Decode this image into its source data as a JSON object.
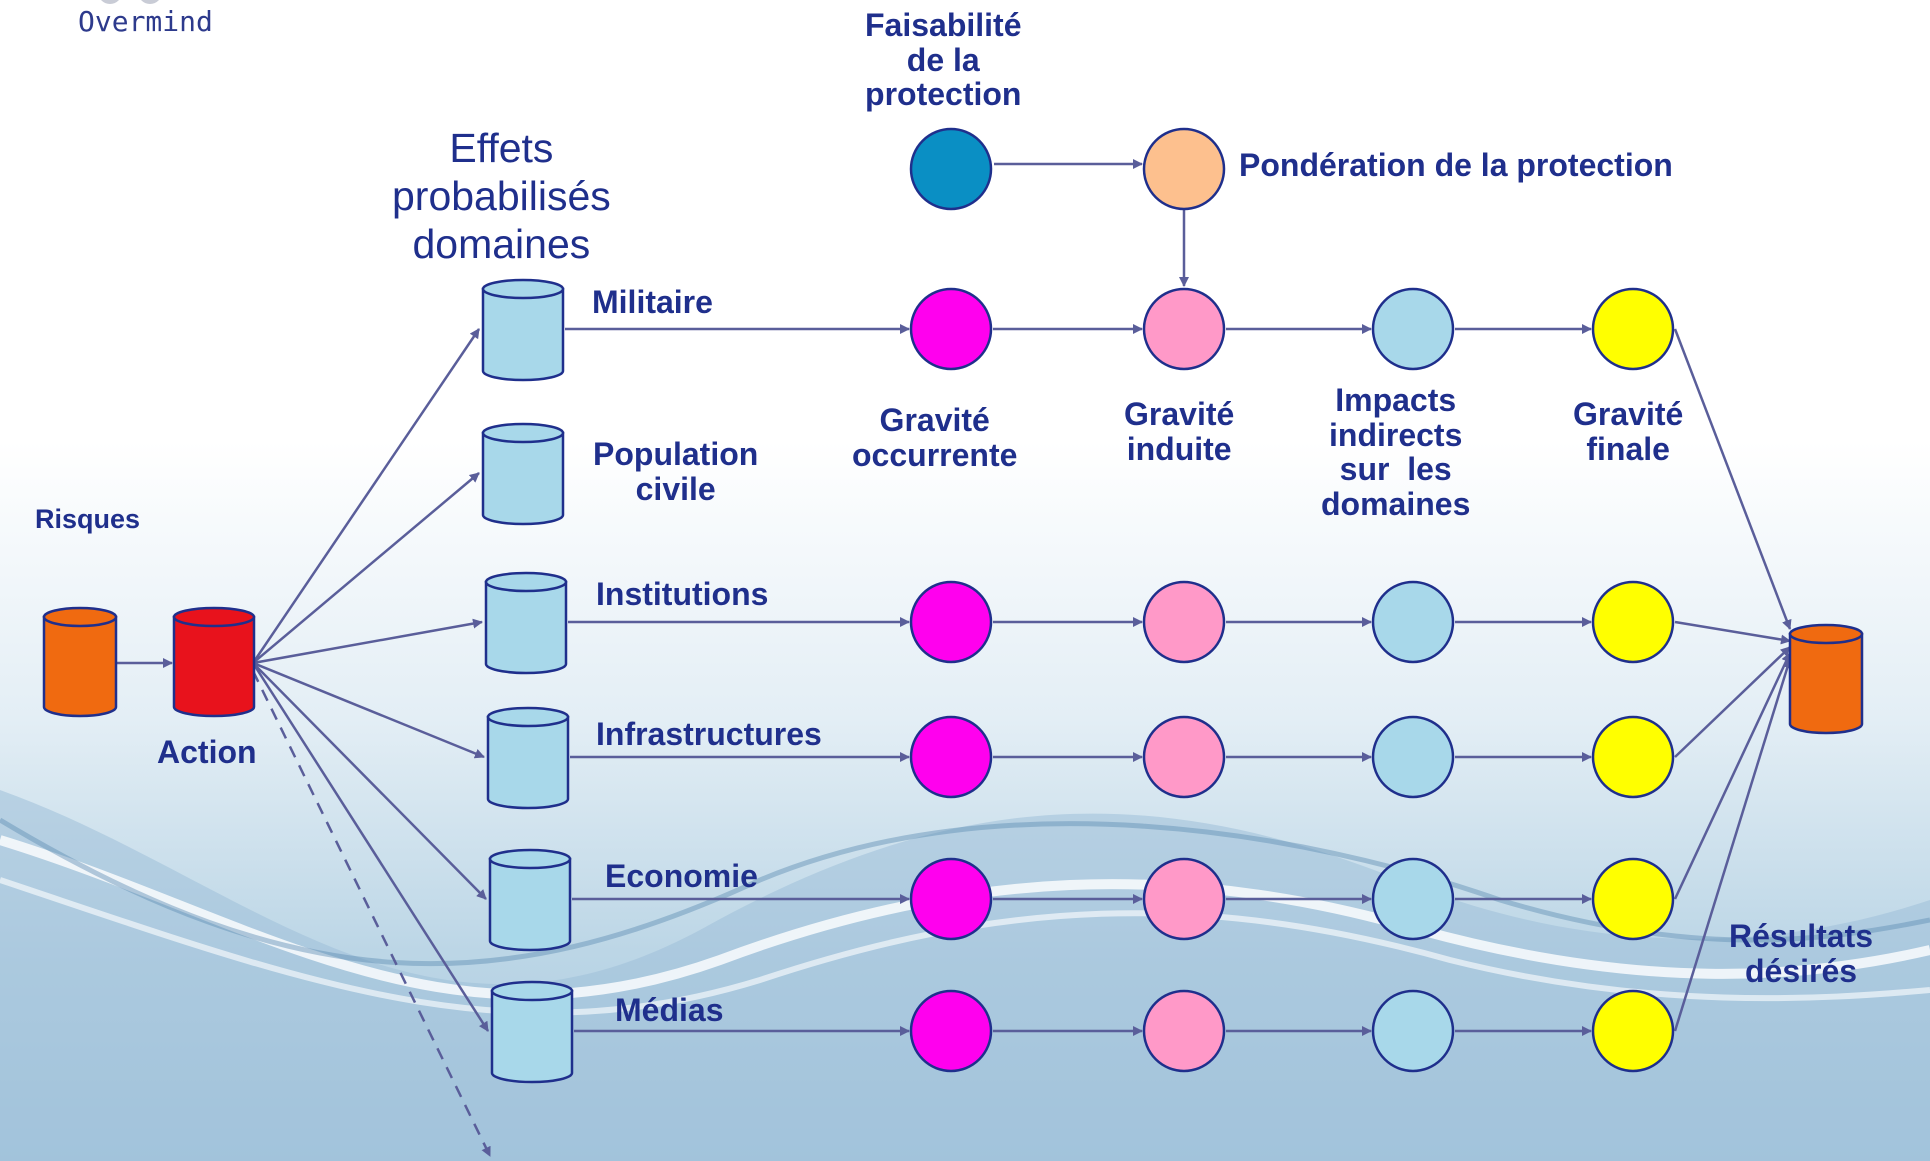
{
  "logo": {
    "name": "Overmind"
  },
  "labels": {
    "risques": "Risques",
    "action": "Action",
    "effets_title": "Effets\nprobabilisés\ndomaines",
    "faisabilite": "Faisabilité\nde la\nprotection",
    "ponderation": "Pondération de la protection",
    "gravite_occurrente": "Gravité\noccurrente",
    "gravite_induite": "Gravité\ninduite",
    "impacts": "Impacts\nindirects\nsur  les\ndomaines",
    "gravite_finale": "Gravité\nfinale",
    "resultats": "Résultats\ndésirés"
  },
  "domains": [
    {
      "id": "militaire",
      "label": "Militaire",
      "chain": true
    },
    {
      "id": "population",
      "label": "Population\ncivile",
      "chain": false
    },
    {
      "id": "institutions",
      "label": "Institutions",
      "chain": true
    },
    {
      "id": "infrastructures",
      "label": "Infrastructures",
      "chain": true
    },
    {
      "id": "economie",
      "label": "Economie",
      "chain": true
    },
    {
      "id": "medias",
      "label": "Médias",
      "chain": true
    }
  ],
  "colors": {
    "text": "#1f2f8c",
    "arrow": "#5a5e9a",
    "cylinder_domain": "#a8d8ea",
    "cylinder_risques": "#f06a10",
    "cylinder_action": "#e8121c",
    "cylinder_resultats": "#f06a10",
    "node_faisabilite": "#0a8fc4",
    "node_ponderation": "#fdc08e",
    "node_gravite_occurrente": "#ff00ee",
    "node_gravite_induite": "#ff99c8",
    "node_impacts": "#a8d8ea",
    "node_gravite_finale": "#ffff00"
  }
}
